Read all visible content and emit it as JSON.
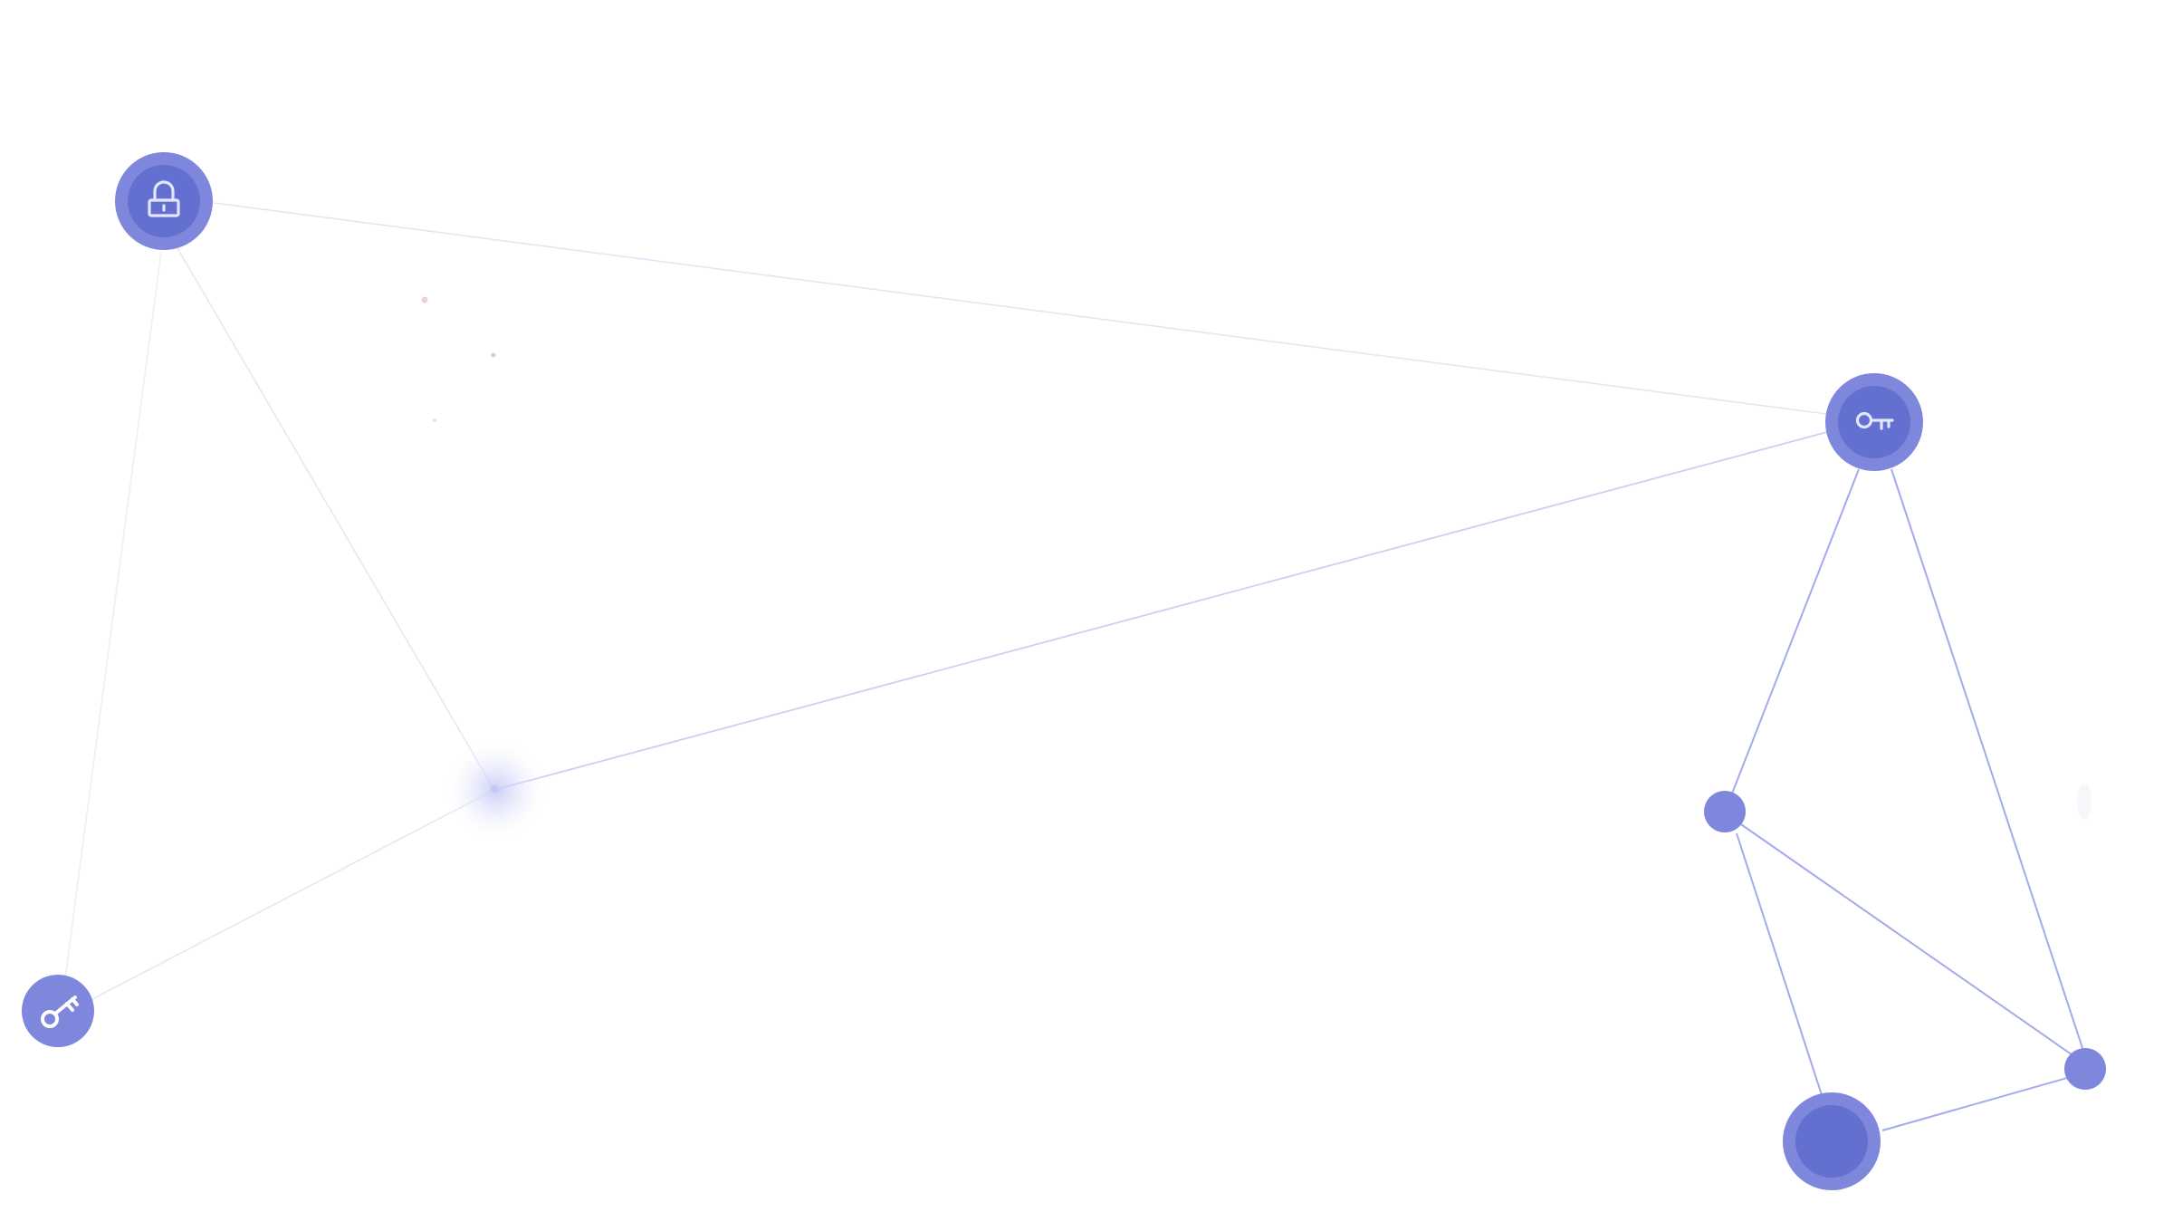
{
  "colors": {
    "background": "#ffffff",
    "node_outer": "#7f87dc",
    "node_inner": "#6470cf",
    "node_small": "#7f87dc",
    "icon_stroke": "#e3e6ff",
    "edge_faint": "#e4e6f6",
    "edge_mid": "#c9ccf2",
    "edge_strong": "#a3aaec",
    "glow": "#c6caf6",
    "particle": "#e7cfd6"
  },
  "nodes": [
    {
      "id": "lock-node",
      "icon": "lock-icon"
    },
    {
      "id": "key-node-top-right",
      "icon": "key-icon"
    },
    {
      "id": "key-node-bottom-left",
      "icon": "key-icon-tilted"
    },
    {
      "id": "glow-hub-node",
      "icon": "none"
    },
    {
      "id": "small-node-left",
      "icon": "none"
    },
    {
      "id": "small-node-right",
      "icon": "none"
    },
    {
      "id": "large-node-bottom",
      "icon": "none"
    }
  ],
  "edges": [
    {
      "from": "lock-node",
      "to": "key-node-top-right",
      "strength": "faint"
    },
    {
      "from": "lock-node",
      "to": "glow-hub-node",
      "strength": "faint"
    },
    {
      "from": "lock-node",
      "to": "key-node-bottom-left",
      "strength": "faint"
    },
    {
      "from": "glow-hub-node",
      "to": "key-node-bottom-left",
      "strength": "faint"
    },
    {
      "from": "glow-hub-node",
      "to": "key-node-top-right",
      "strength": "mid"
    },
    {
      "from": "key-node-top-right",
      "to": "small-node-left",
      "strength": "strong"
    },
    {
      "from": "key-node-top-right",
      "to": "small-node-right",
      "strength": "strong"
    },
    {
      "from": "small-node-left",
      "to": "small-node-right",
      "strength": "strong"
    },
    {
      "from": "small-node-left",
      "to": "large-node-bottom",
      "strength": "strong"
    },
    {
      "from": "large-node-bottom",
      "to": "small-node-right",
      "strength": "strong"
    }
  ]
}
